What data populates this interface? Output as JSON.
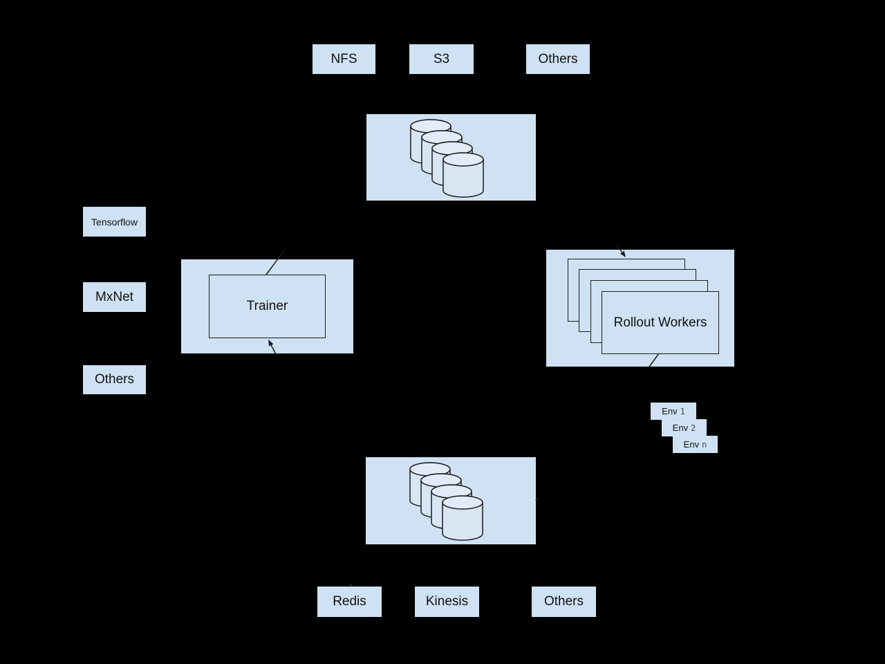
{
  "palette": {
    "bg": "#000000",
    "box_fill": "#cfe2f3",
    "cyl_fill": "#d8e6f4",
    "cyl_top": "#e2ecf8",
    "stroke": "#1b1b1b",
    "text": "#111111",
    "muted_text": "#4a4a4a"
  },
  "storage_backends": {
    "items": [
      {
        "label": "NFS"
      },
      {
        "label": "S3"
      },
      {
        "label": "Others"
      }
    ]
  },
  "frameworks": {
    "items": [
      {
        "label": "Tensorflow"
      },
      {
        "label": "MxNet"
      },
      {
        "label": "Others"
      }
    ]
  },
  "trainer": {
    "label": "Trainer"
  },
  "rollout": {
    "label": "Rollout Workers"
  },
  "environments": {
    "items": [
      {
        "name": "Env",
        "id": "1"
      },
      {
        "name": "Env",
        "id": "2"
      },
      {
        "name": "Env",
        "id": "n"
      }
    ]
  },
  "memory_backends": {
    "items": [
      {
        "label": "Redis"
      },
      {
        "label": "Kinesis"
      },
      {
        "label": "Others"
      }
    ]
  }
}
